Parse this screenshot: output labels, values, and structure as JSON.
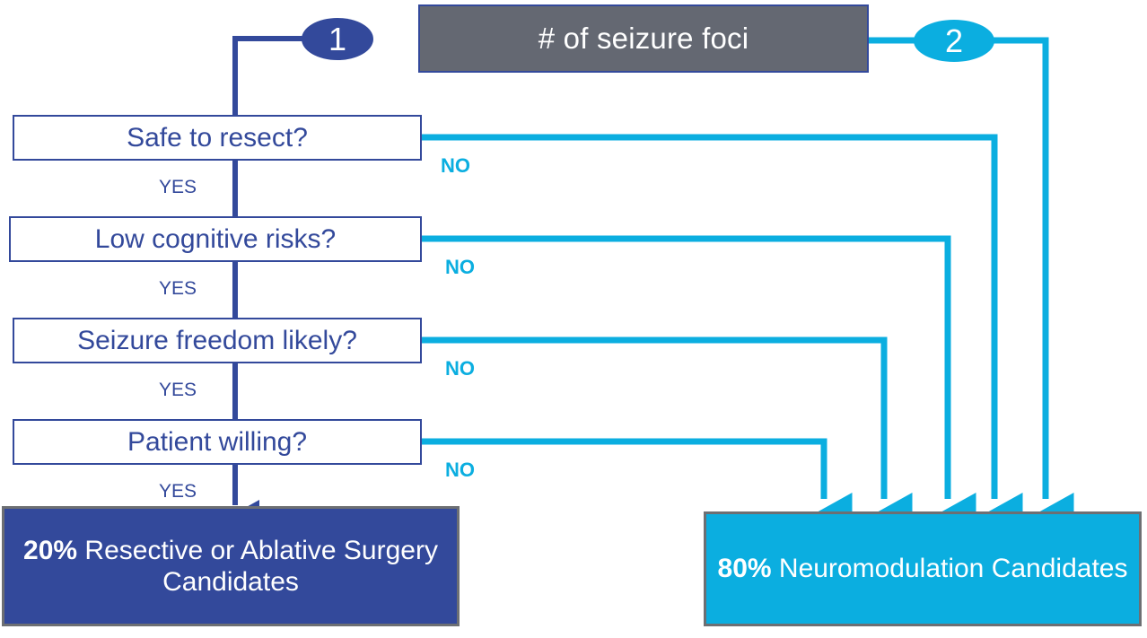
{
  "diagram": {
    "title_node": {
      "label": "# of seizure foci"
    },
    "branch_badges": [
      {
        "name": "one",
        "label": "1"
      },
      {
        "name": "two",
        "label": "2"
      }
    ],
    "decisions": [
      {
        "id": "safe-to-resect",
        "label": "Safe to resect?",
        "yes_label": "YES",
        "no_label": "NO"
      },
      {
        "id": "low-cognitive-risks",
        "label": "Low cognitive risks?",
        "yes_label": "YES",
        "no_label": "NO"
      },
      {
        "id": "seizure-freedom",
        "label": "Seizure freedom likely?",
        "yes_label": "YES",
        "no_label": "NO"
      },
      {
        "id": "patient-willing",
        "label": "Patient willing?",
        "yes_label": "YES",
        "no_label": "NO"
      }
    ],
    "outcomes": [
      {
        "id": "resective-ablative",
        "percent": "20%",
        "text": " Resective or Ablative Surgery Candidates"
      },
      {
        "id": "neuromodulation",
        "percent": "80%",
        "text": " Neuromodulation Candidates"
      }
    ],
    "colors": {
      "dark_blue": "#33499B",
      "cyan": "#0BAEE0",
      "gray_header": "#646872",
      "gray_border": "#6d6f73",
      "white": "#FFFFFF"
    }
  }
}
